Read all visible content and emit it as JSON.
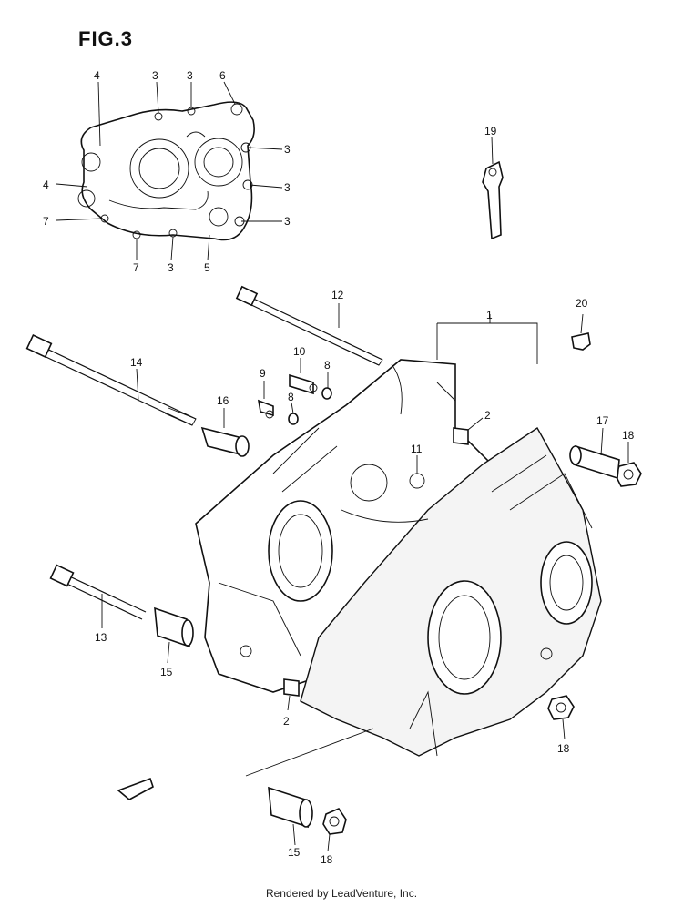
{
  "figure": {
    "title": "FIG.3",
    "footer": "Rendered by LeadVenture, Inc."
  },
  "callouts": [
    {
      "id": "c-4a",
      "text": "4"
    },
    {
      "id": "c-3a",
      "text": "3"
    },
    {
      "id": "c-3b",
      "text": "3"
    },
    {
      "id": "c-6",
      "text": "6"
    },
    {
      "id": "c-3c",
      "text": "3"
    },
    {
      "id": "c-4b",
      "text": "4"
    },
    {
      "id": "c-3d",
      "text": "3"
    },
    {
      "id": "c-7a",
      "text": "7"
    },
    {
      "id": "c-3e",
      "text": "3"
    },
    {
      "id": "c-7b",
      "text": "7"
    },
    {
      "id": "c-3f",
      "text": "3"
    },
    {
      "id": "c-5",
      "text": "5"
    },
    {
      "id": "c-19",
      "text": "19"
    },
    {
      "id": "c-12",
      "text": "12"
    },
    {
      "id": "c-1",
      "text": "1"
    },
    {
      "id": "c-20",
      "text": "20"
    },
    {
      "id": "c-14",
      "text": "14"
    },
    {
      "id": "c-10",
      "text": "10"
    },
    {
      "id": "c-9",
      "text": "9"
    },
    {
      "id": "c-8a",
      "text": "8"
    },
    {
      "id": "c-8b",
      "text": "8"
    },
    {
      "id": "c-16",
      "text": "16"
    },
    {
      "id": "c-2a",
      "text": "2"
    },
    {
      "id": "c-17",
      "text": "17"
    },
    {
      "id": "c-18a",
      "text": "18"
    },
    {
      "id": "c-11",
      "text": "11"
    },
    {
      "id": "c-13",
      "text": "13"
    },
    {
      "id": "c-15a",
      "text": "15"
    },
    {
      "id": "c-2b",
      "text": "2"
    },
    {
      "id": "c-18b",
      "text": "18"
    },
    {
      "id": "c-15b",
      "text": "15"
    },
    {
      "id": "c-18c",
      "text": "18"
    }
  ]
}
